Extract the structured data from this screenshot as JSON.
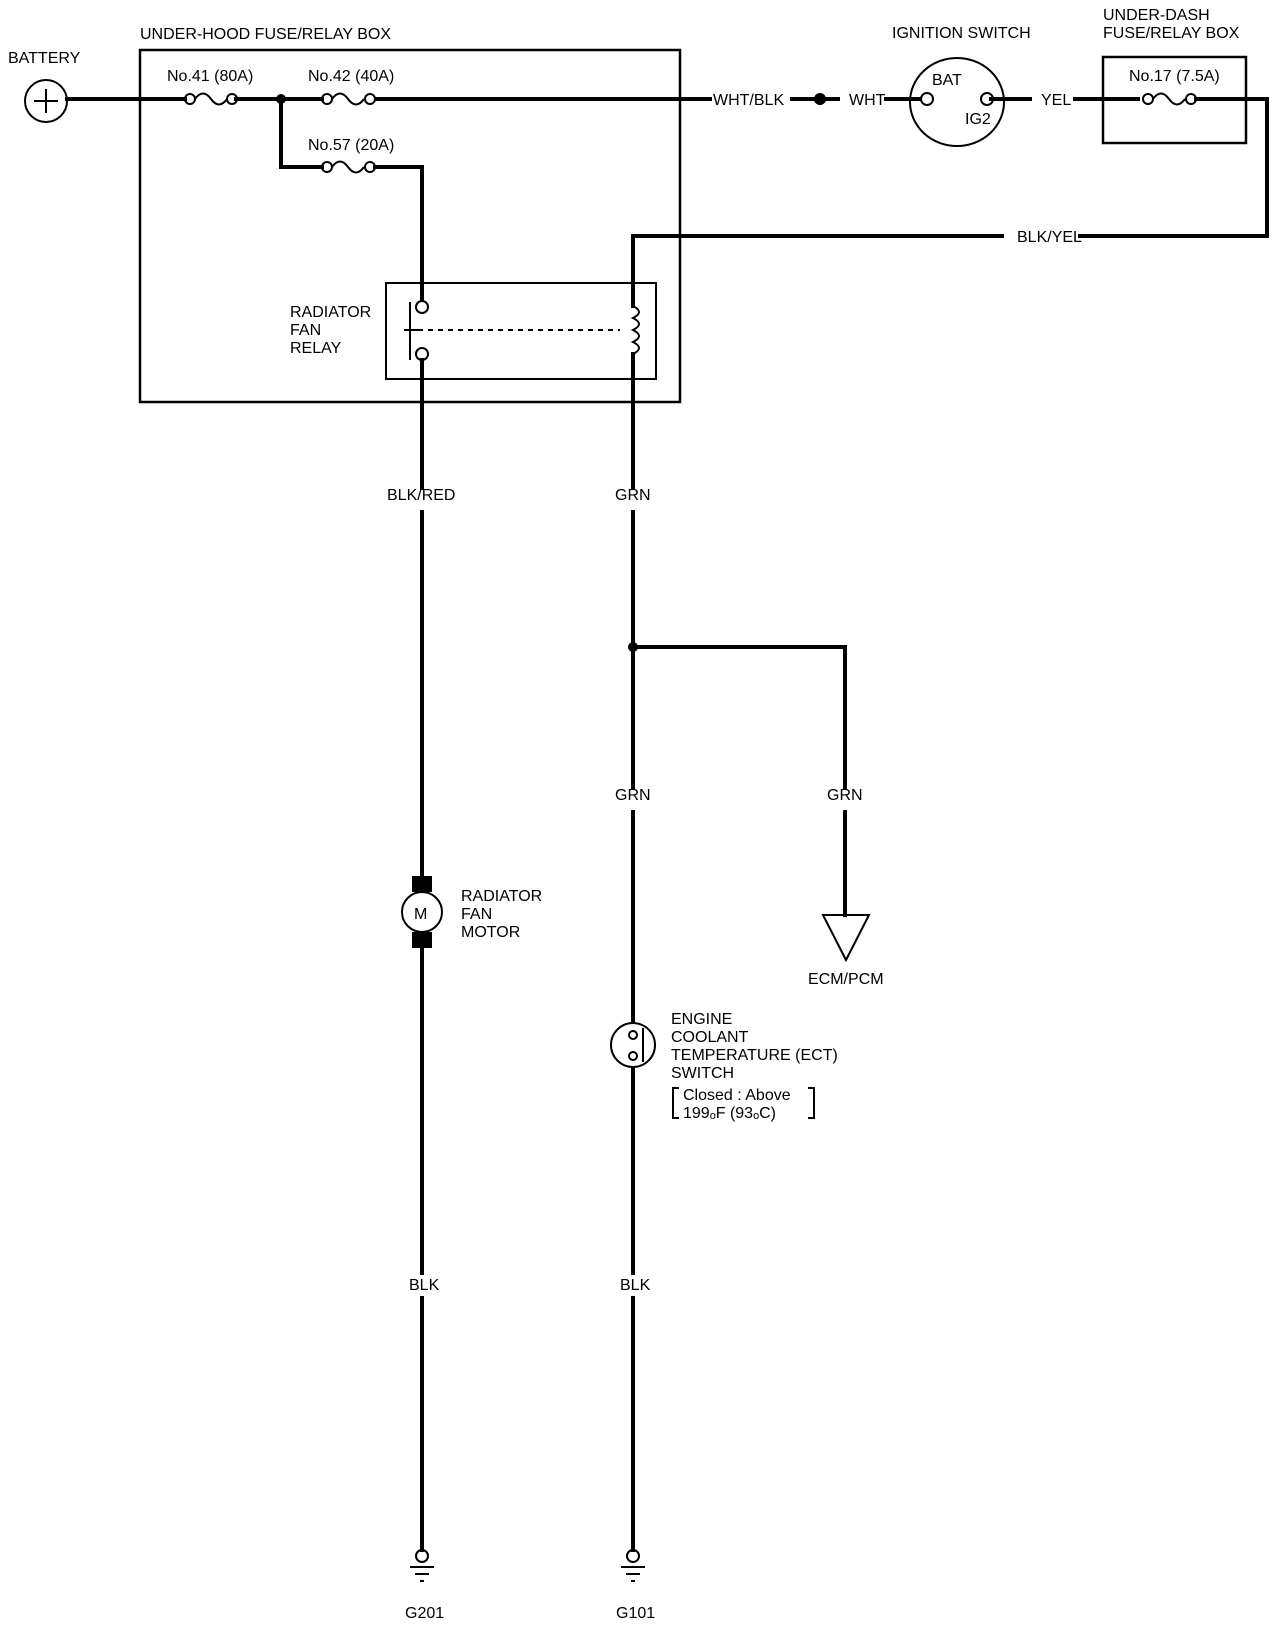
{
  "labels": {
    "battery": "BATTERY",
    "underhood_box": "UNDER-HOOD FUSE/RELAY BOX",
    "fuse41": "No.41 (80A)",
    "fuse42": "No.42 (40A)",
    "fuse57": "No.57 (20A)",
    "ignition_switch": "IGNITION SWITCH",
    "bat_terminal": "BAT",
    "ig2_terminal": "IG2",
    "underdash_box_line1": "UNDER-DASH",
    "underdash_box_line2": "FUSE/RELAY BOX",
    "fuse17": "No.17 (7.5A)",
    "relay_line1": "RADIATOR",
    "relay_line2": "FAN",
    "relay_line3": "RELAY",
    "motor_symbol": "M",
    "motor_line1": "RADIATOR",
    "motor_line2": "FAN",
    "motor_line3": "MOTOR",
    "ecm_pcm": "ECM/PCM",
    "ect_line1": "ENGINE",
    "ect_line2": "COOLANT",
    "ect_line3": "TEMPERATURE (ECT)",
    "ect_line4": "SWITCH",
    "ect_note_line1": "Closed : Above",
    "ect_note_line2": "199ₒF (93ₒC)",
    "ground_g201": "G201",
    "ground_g101": "G101"
  },
  "wires": {
    "wht_blk": "WHT/BLK",
    "wht": "WHT",
    "yel": "YEL",
    "blk_yel": "BLK/YEL",
    "blk_red": "BLK/RED",
    "grn_relay": "GRN",
    "grn_switch": "GRN",
    "grn_ecm": "GRN",
    "blk_motor": "BLK",
    "blk_switch": "BLK"
  }
}
